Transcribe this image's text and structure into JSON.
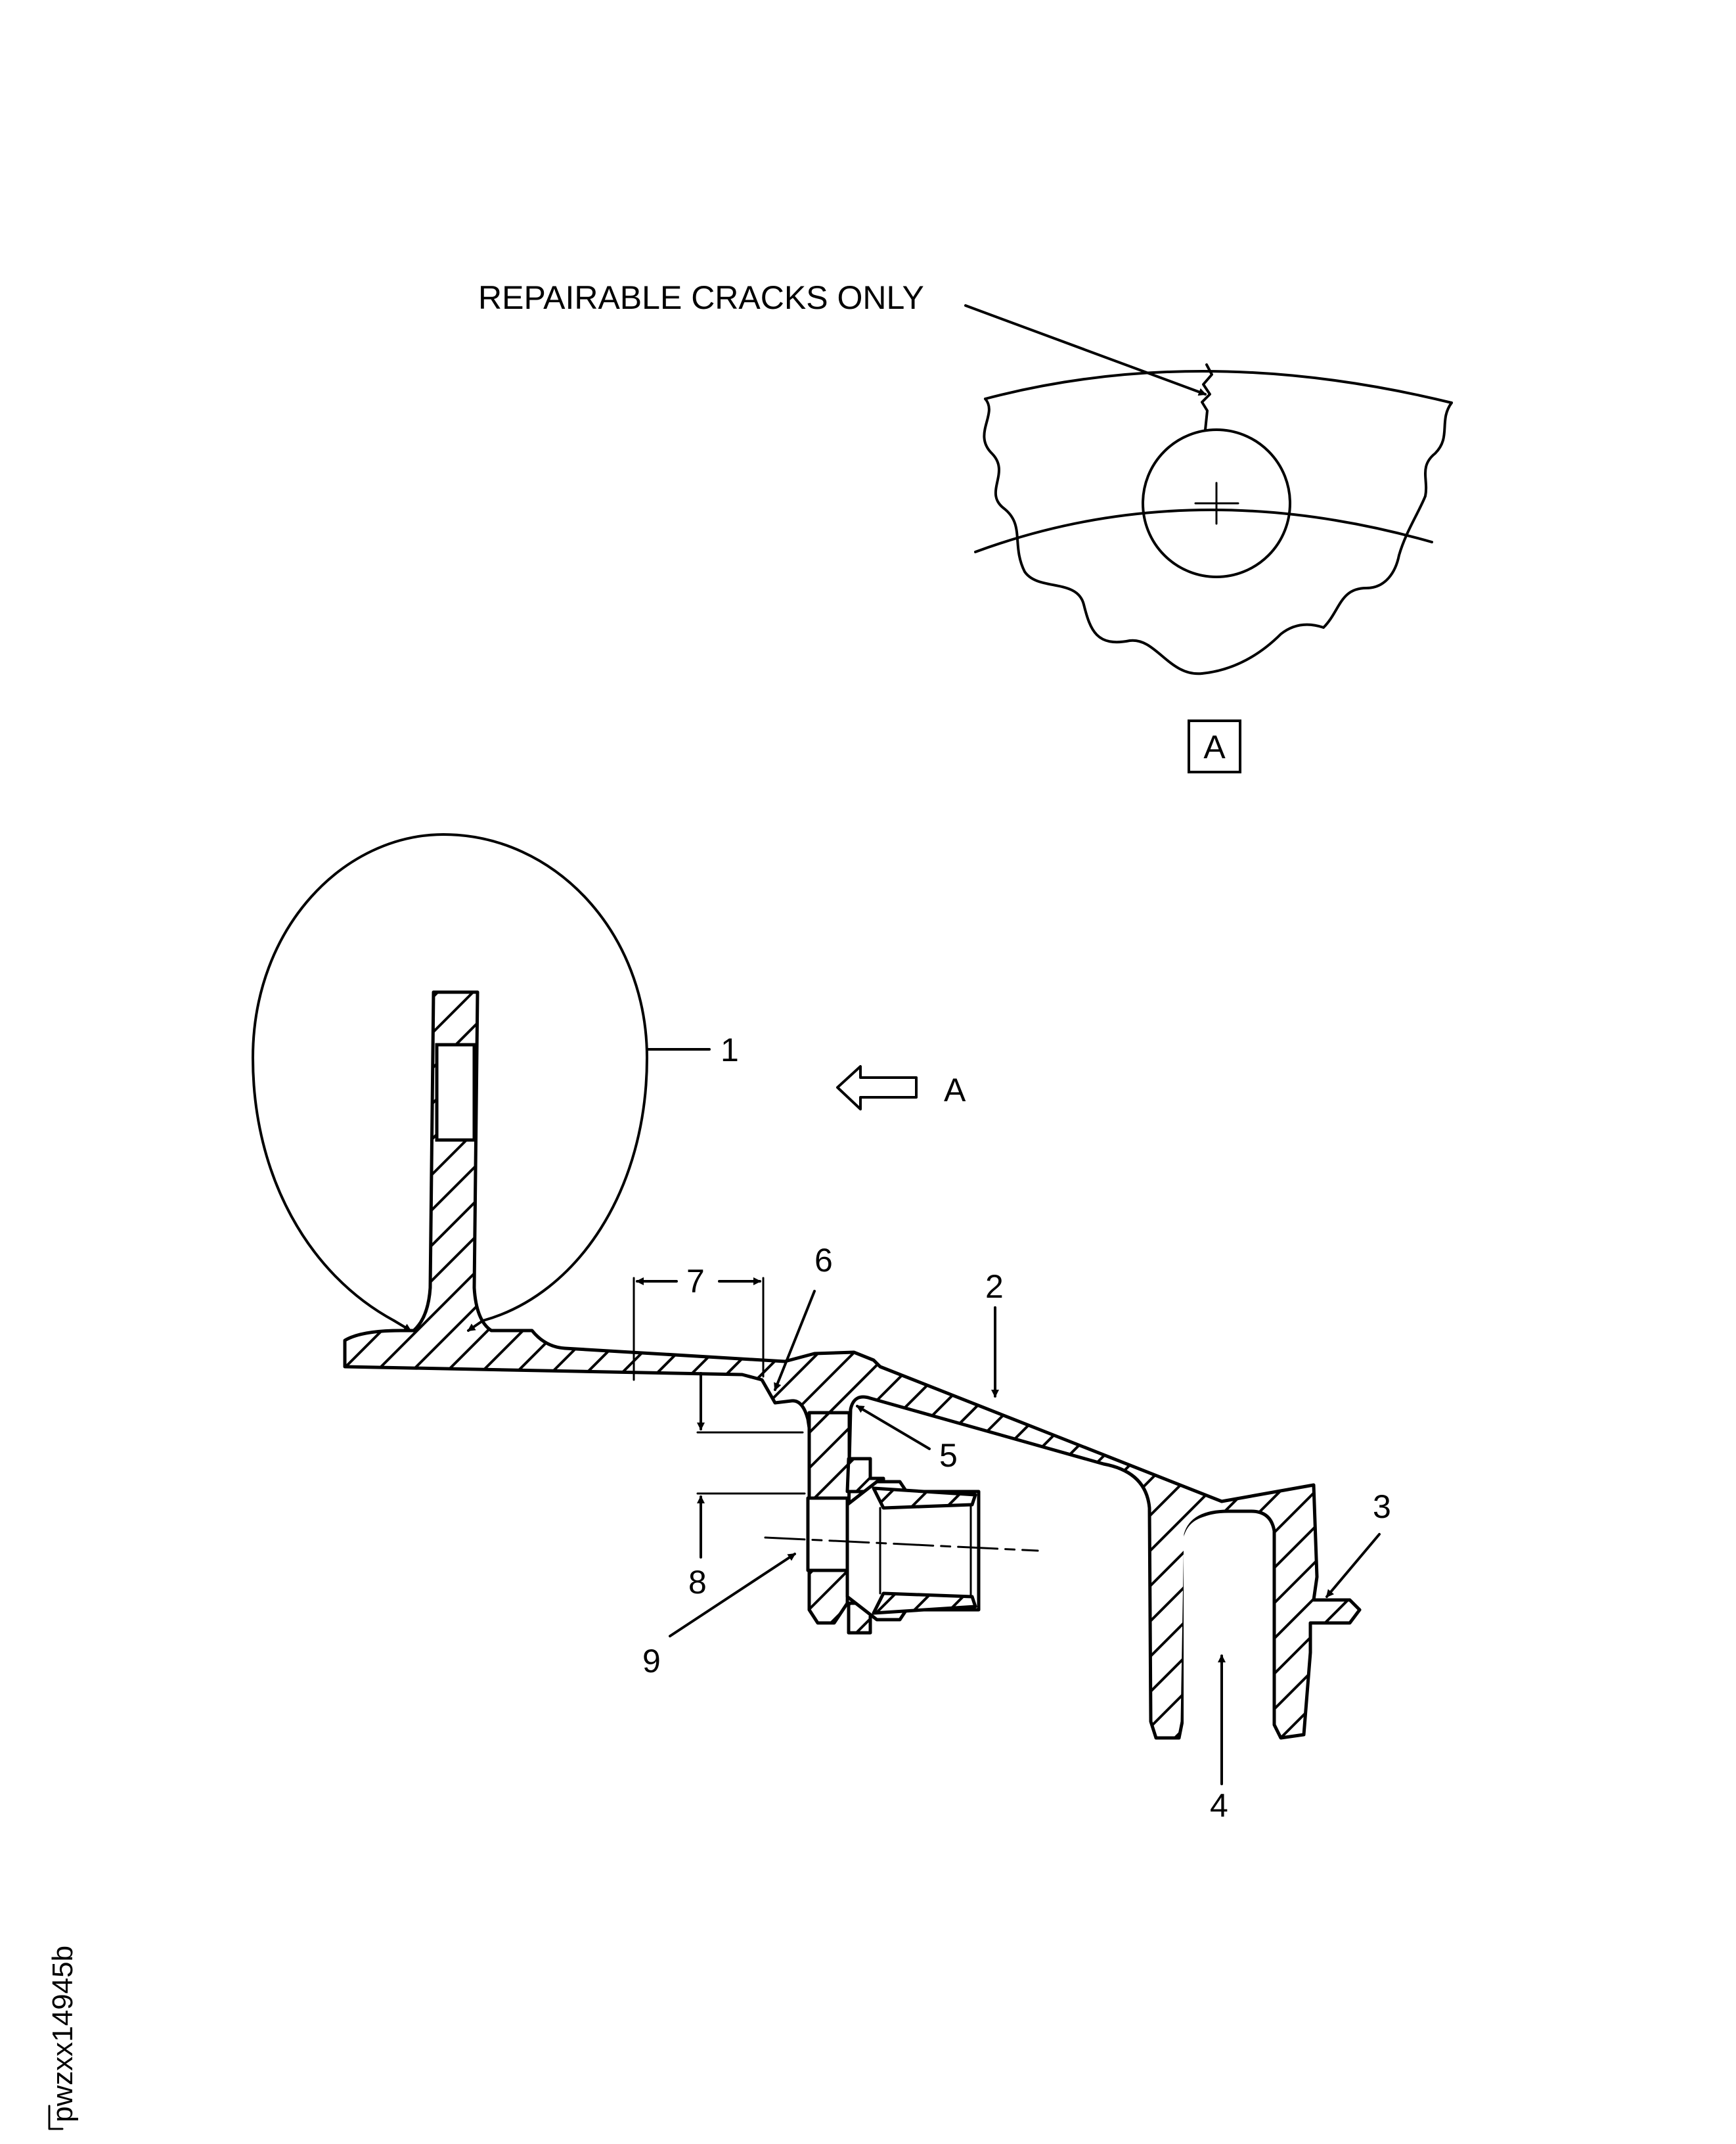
{
  "detail_view": {
    "note": "REPAIRABLE CRACKS ONLY",
    "view_label": "A"
  },
  "section_view": {
    "view_arrow_label": "A",
    "callouts": [
      "1",
      "2",
      "3",
      "4",
      "5",
      "6",
      "7",
      "8",
      "9"
    ]
  },
  "figure_id": "pwzxx14945b"
}
